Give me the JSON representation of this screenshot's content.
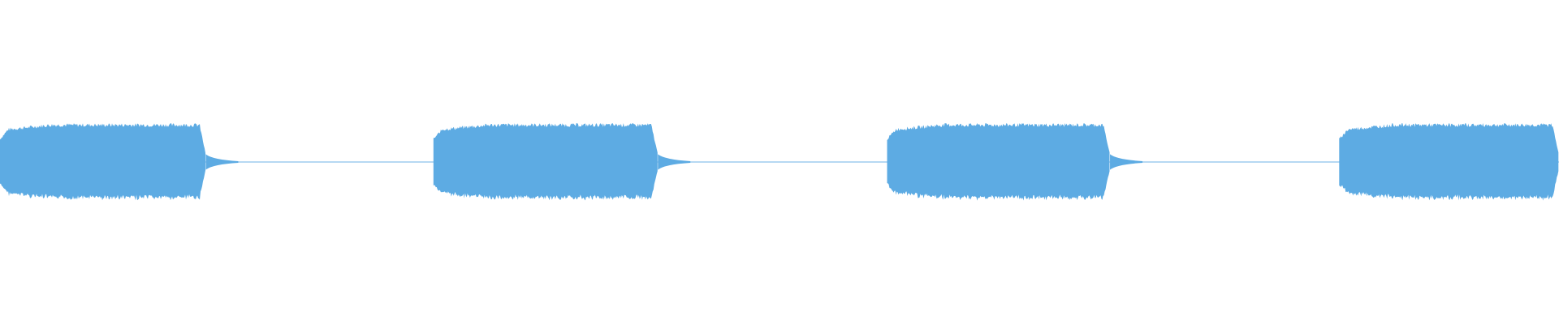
{
  "waveform": {
    "color": "#5dabe3",
    "background": "#ffffff",
    "bursts": [
      {
        "start": 0.0,
        "end": 0.132
      },
      {
        "start": 0.278,
        "end": 0.422
      },
      {
        "start": 0.569,
        "end": 0.712
      },
      {
        "start": 0.859,
        "end": 1.0
      }
    ],
    "burst_amplitude": 0.48,
    "silence_amplitude": 0.003
  }
}
